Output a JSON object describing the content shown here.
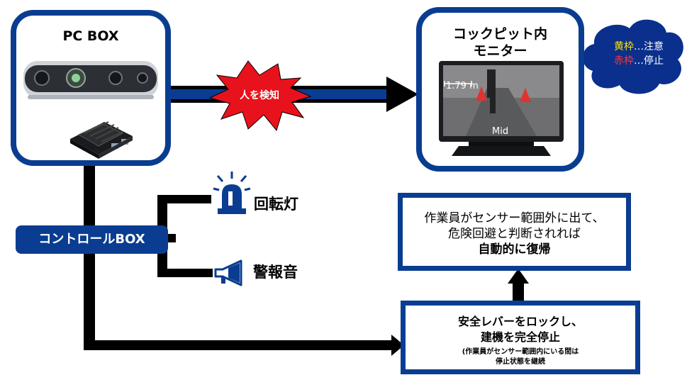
{
  "pc_box": {
    "title": "PC BOX"
  },
  "cockpit": {
    "title_line1": "コックピット内",
    "title_line2": "モニター"
  },
  "monitor_screen": {
    "distance": "1.79 m",
    "zone": "Mid"
  },
  "bubble": {
    "yellow_label": "黄枠",
    "yellow_text": "…注意",
    "red_label": "赤枠",
    "red_text": "…停止"
  },
  "burst": {
    "label": "人を検知"
  },
  "control_box": {
    "label": "コントロールBOX"
  },
  "outputs": {
    "light": "回転灯",
    "alarm": "警報音"
  },
  "recovery": {
    "line1": "作業員がセンサー範囲外に出て、",
    "line2": "危険回避と判断されれば",
    "line3": "自動的に復帰"
  },
  "stop_box": {
    "line1": "安全レバーをロックし、",
    "line2": "建機を完全停止",
    "line3": "(作業員がセンサー範囲内にいる間は",
    "line4": "停止状態を継続"
  },
  "colors": {
    "frame_blue": "#0a3d91",
    "burst_red": "#e8121c",
    "bubble_blue": "#0b2f8c",
    "yellow": "#ffe600",
    "red": "#ff3b3b"
  }
}
